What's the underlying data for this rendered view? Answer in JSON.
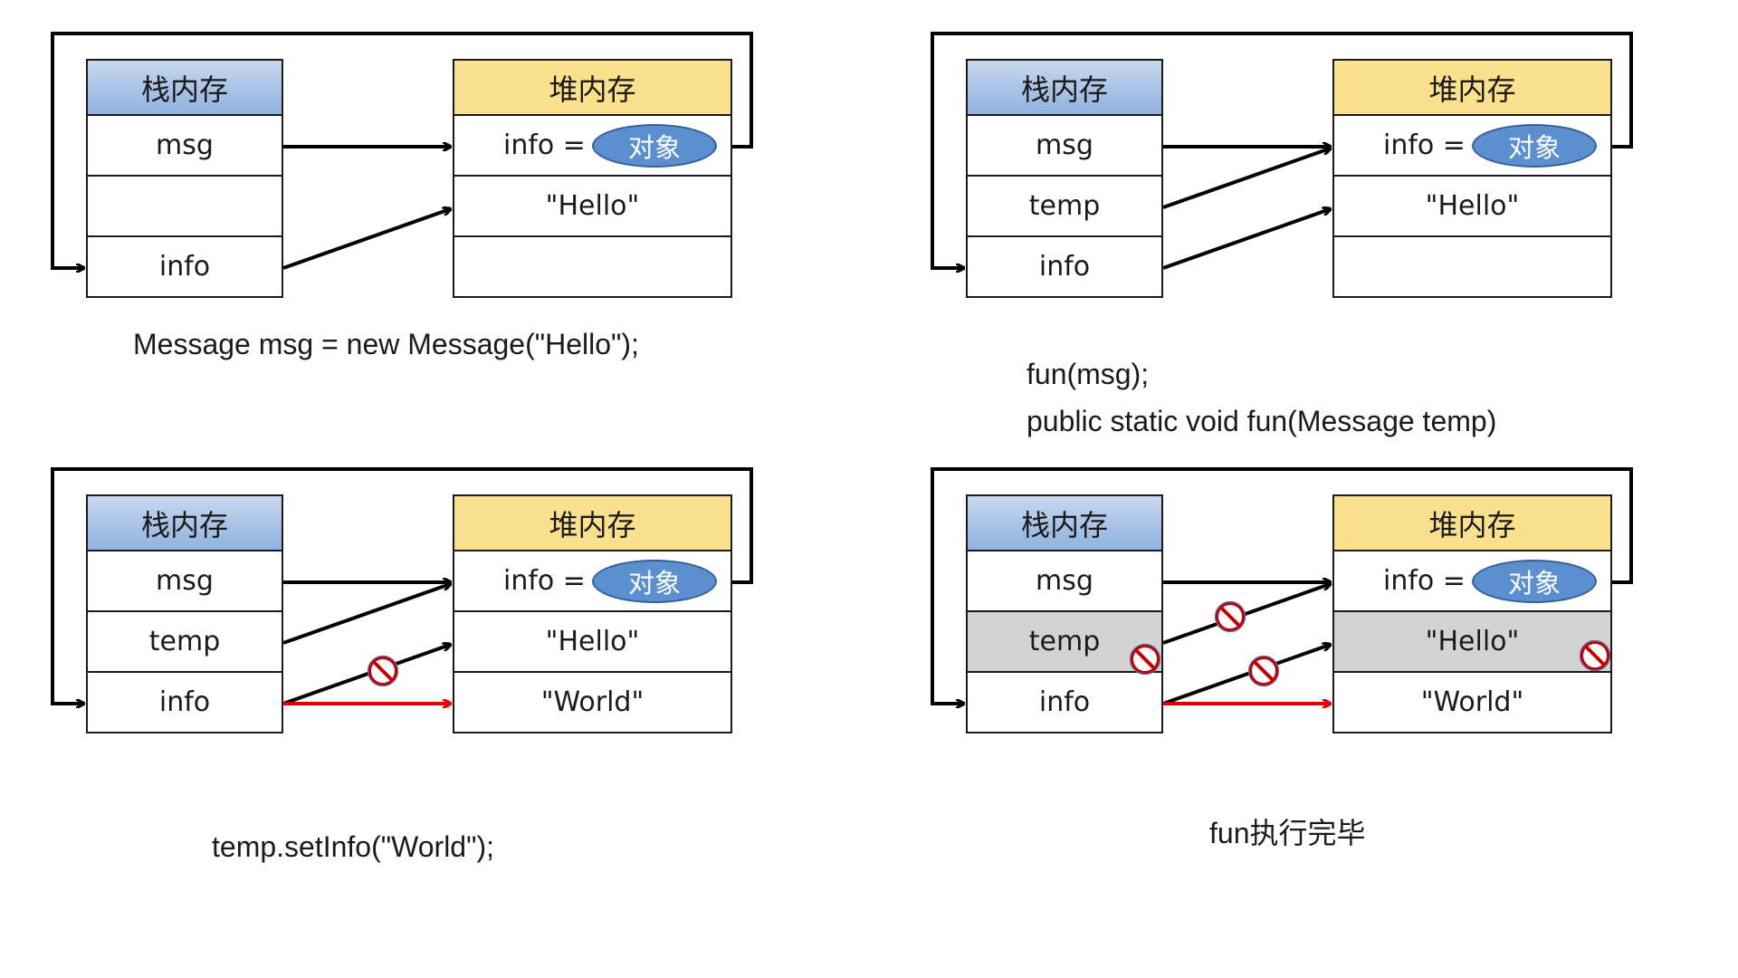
{
  "labels": {
    "stack_title": "栈内存",
    "heap_title": "堆内存",
    "var_msg": "msg",
    "var_temp": "temp",
    "var_info": "info",
    "heap_info": "info =",
    "object": "对象",
    "hello": "\"Hello\"",
    "world": "\"World\""
  },
  "captions": {
    "panel1": "Message msg = new Message(\"Hello\");",
    "panel2_line1": "fun(msg);",
    "panel2_line2": "public static void fun(Message temp)",
    "panel3": "temp.setInfo(\"World\");",
    "panel4": "fun执行完毕"
  },
  "colors": {
    "stack_header": "#8fb2df",
    "heap_header": "#fbe08d",
    "object_fill": "#5b8fd0",
    "arrow": "#000000",
    "new_reference": "#e00000",
    "shaded_cell": "#d3d3d3",
    "no_sign": "#c00000"
  },
  "icons": {
    "removed_reference": "no-entry-icon"
  }
}
